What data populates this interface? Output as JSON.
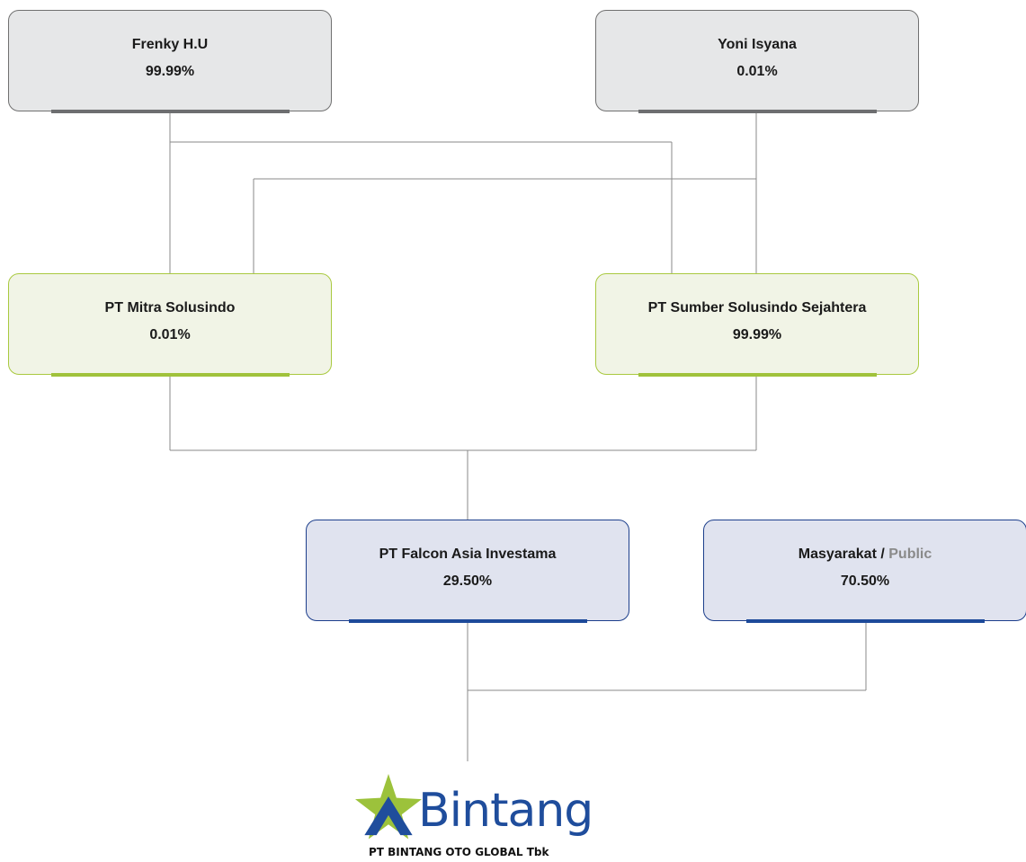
{
  "entities": {
    "frenky": {
      "name": "Frenky H.U",
      "percent": "99.99%"
    },
    "yoni": {
      "name": "Yoni Isyana",
      "percent": "0.01%"
    },
    "mitra": {
      "name": "PT Mitra Solusindo",
      "percent": "0.01%"
    },
    "sumber": {
      "name": "PT Sumber Solusindo Sejahtera",
      "percent": "99.99%"
    },
    "falcon": {
      "name": "PT Falcon Asia Investama",
      "percent": "29.50%"
    },
    "public": {
      "name": "Masyarakat /",
      "name_en": "Public",
      "percent": "70.50%"
    }
  },
  "logo": {
    "wordmark": "Bintang",
    "company": "PT BINTANG OTO GLOBAL Tbk"
  },
  "colors": {
    "individual": "#e6e7e8",
    "individual_accent": "#6d6e70",
    "holding": "#f1f4e6",
    "holding_accent": "#a0c23b",
    "shareholder": "#e0e3ef",
    "shareholder_accent": "#1d4a9a",
    "connector": "#8a8a8a",
    "brand_blue": "#1f4d9c",
    "brand_green": "#9cc23b"
  }
}
